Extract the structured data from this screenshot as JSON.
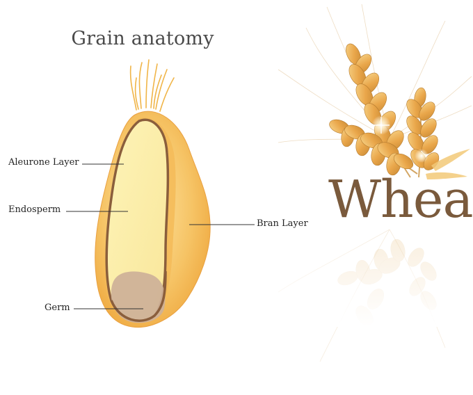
{
  "title": "Grain anatomy",
  "labels": {
    "aleurone": "Aleurone Layer",
    "endosperm": "Endosperm",
    "germ": "Germ",
    "bran": "Bran Layer"
  },
  "brand_word": "Wheat",
  "colors": {
    "bran": "#f2b24e",
    "bran_light": "#fbd98c",
    "endosperm": "#fcf0a8",
    "aleurone": "#8a5e3c",
    "germ": "#cdb098",
    "wheat_text": "#7a5a3c",
    "spike": "#e4a84a"
  }
}
